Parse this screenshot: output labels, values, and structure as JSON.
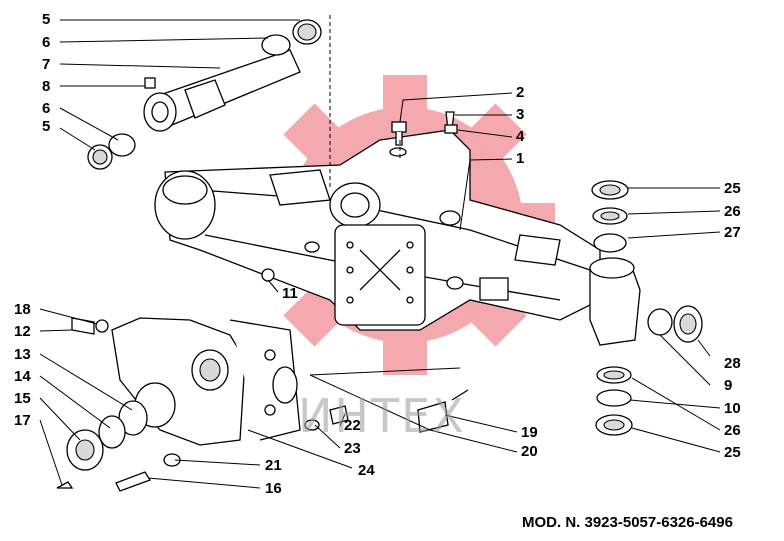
{
  "watermark": {
    "text": "ИНТЕХ",
    "color": "#e8424d"
  },
  "caption": "MOD. N. 3923-5057-6326-6496",
  "callouts": [
    {
      "id": "c5a",
      "label": "5"
    },
    {
      "id": "c6a",
      "label": "6"
    },
    {
      "id": "c7",
      "label": "7"
    },
    {
      "id": "c8",
      "label": "8"
    },
    {
      "id": "c6b",
      "label": "6"
    },
    {
      "id": "c5b",
      "label": "5"
    },
    {
      "id": "c2",
      "label": "2"
    },
    {
      "id": "c3",
      "label": "3"
    },
    {
      "id": "c4",
      "label": "4"
    },
    {
      "id": "c1",
      "label": "1"
    },
    {
      "id": "c25a",
      "label": "25"
    },
    {
      "id": "c26a",
      "label": "26"
    },
    {
      "id": "c27",
      "label": "27"
    },
    {
      "id": "c11",
      "label": "11"
    },
    {
      "id": "c18",
      "label": "18"
    },
    {
      "id": "c12",
      "label": "12"
    },
    {
      "id": "c13",
      "label": "13"
    },
    {
      "id": "c14",
      "label": "14"
    },
    {
      "id": "c15",
      "label": "15"
    },
    {
      "id": "c17",
      "label": "17"
    },
    {
      "id": "c28",
      "label": "28"
    },
    {
      "id": "c9",
      "label": "9"
    },
    {
      "id": "c10",
      "label": "10"
    },
    {
      "id": "c26b",
      "label": "26"
    },
    {
      "id": "c25b",
      "label": "25"
    },
    {
      "id": "c22",
      "label": "22"
    },
    {
      "id": "c23",
      "label": "23"
    },
    {
      "id": "c24",
      "label": "24"
    },
    {
      "id": "c19",
      "label": "19"
    },
    {
      "id": "c20",
      "label": "20"
    },
    {
      "id": "c21",
      "label": "21"
    },
    {
      "id": "c16",
      "label": "16"
    }
  ]
}
